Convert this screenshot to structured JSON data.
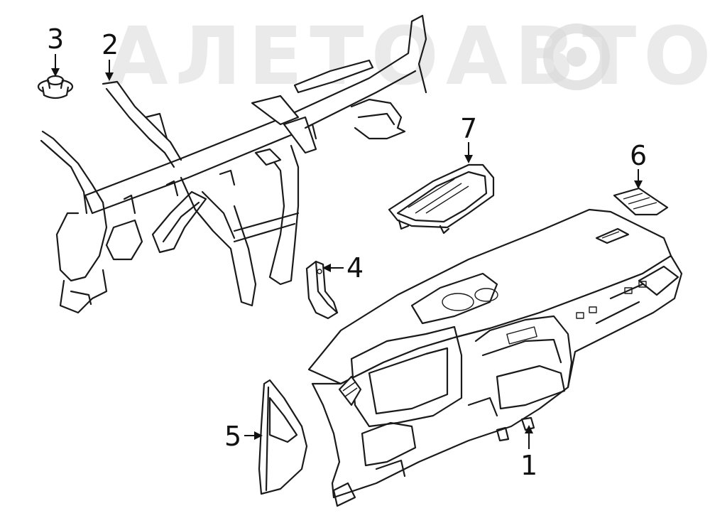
{
  "watermark": {
    "text": "АЛЕТОАВТО"
  },
  "callouts": [
    {
      "id": "1",
      "label": "1",
      "part": "instrument-panel"
    },
    {
      "id": "2",
      "label": "2",
      "part": "support-bracket"
    },
    {
      "id": "3",
      "label": "3",
      "part": "nut-clip"
    },
    {
      "id": "4",
      "label": "4",
      "part": "side-bracket"
    },
    {
      "id": "5",
      "label": "5",
      "part": "end-cap-trim"
    },
    {
      "id": "6",
      "label": "6",
      "part": "air-vent-outlet"
    },
    {
      "id": "7",
      "label": "7",
      "part": "display-bezel"
    }
  ],
  "colors": {
    "line": "#1a1a1a",
    "text": "#111111",
    "watermark": "#d9d9d9",
    "background": "#ffffff"
  }
}
